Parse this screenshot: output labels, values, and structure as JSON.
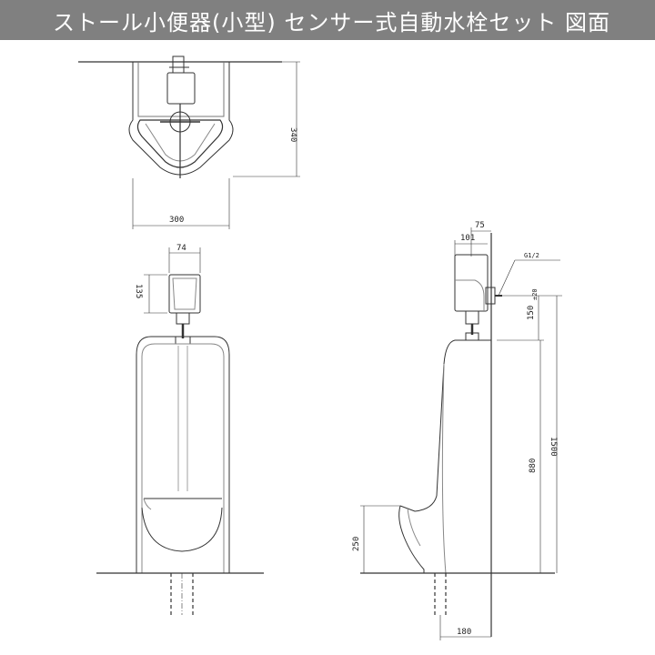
{
  "title": "ストール小便器(小型) センサー式自動水栓セット 図面",
  "dimensions": {
    "top_width": "300",
    "top_depth": "340",
    "sensor_width_front": "74",
    "sensor_height": "135",
    "sensor_depth_side": "101",
    "wall_offset_side": "75",
    "pipe_thread": "G1/2",
    "supply_height": "150",
    "supply_height_superscript": "±20",
    "total_height": "1500",
    "bowl_height": "880",
    "lip_height": "250",
    "drain_offset": "180"
  }
}
